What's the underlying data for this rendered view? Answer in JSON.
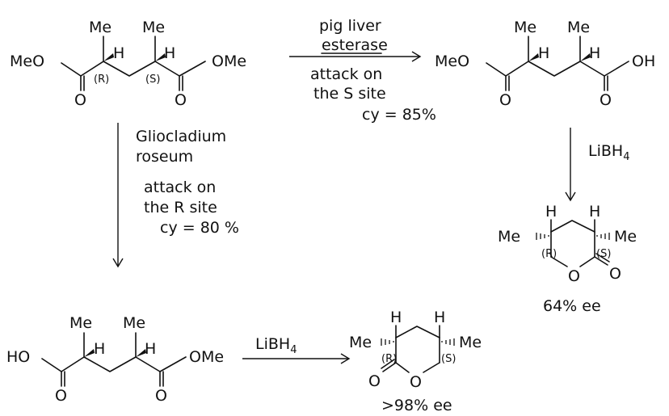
{
  "atoms": {
    "me": "Me",
    "h": "H",
    "meo": "MeO",
    "ome": "OMe",
    "oh": "OH",
    "ho": "HO",
    "o": "O",
    "r": "(R)",
    "s": "(S)"
  },
  "reagent": {
    "libh4_main": "LiBH",
    "libh4_sub": "4"
  },
  "top_arrow": {
    "line1": "pig liver",
    "line2": "esterase",
    "line3": "attack on",
    "line4": "the S site",
    "yield": "cy = 85%"
  },
  "left_arrow": {
    "line1": "Gliocladium",
    "line2": "roseum",
    "line3": "attack on",
    "line4": "the R site",
    "yield": "cy = 80 %"
  },
  "results": {
    "right_ee": "64% ee",
    "bottom_ee": ">98% ee"
  }
}
